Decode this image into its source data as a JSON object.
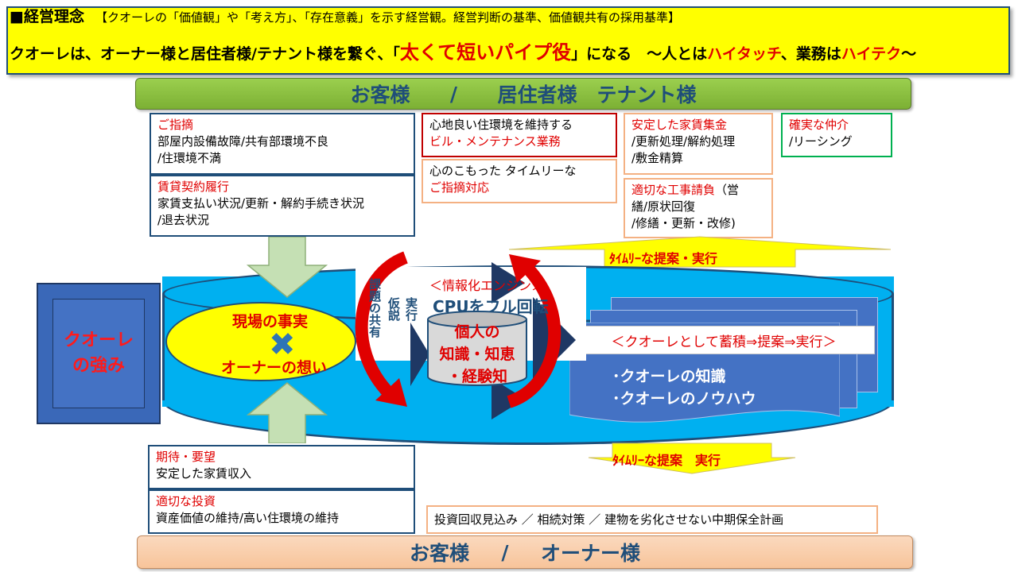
{
  "banner": {
    "heading": "■経営理念",
    "subtitle": "【クオーレの「価値観」や「考え方」、「存在意義」を示す経営観。経営判断の基準、価値観共有の採用基準】",
    "mission_part1": "クオーレは、オーナー様と居住者様/テナント様を繋ぐ、「",
    "mission_highlight1": "太くて",
    "mission_highlight2": "短いパイプ役",
    "mission_part2": "」になる　～人とは",
    "mission_highlight3": "ハイタッチ",
    "mission_part3": "、業務は",
    "mission_highlight4": "ハイテク",
    "mission_part4": "～"
  },
  "top_scroll": {
    "left": "お客様",
    "slash": "/",
    "right": "居住者様　テナント様"
  },
  "bottom_scroll": {
    "left": "お客様",
    "slash": "/",
    "right": "オーナー様"
  },
  "tenant_boxes": {
    "complaint_title": "ご指摘",
    "complaint_line1": "部屋内設備故障/共有部環境不良",
    "complaint_line2": "/住環境不満",
    "lease_title": "賃貸契約履行",
    "lease_line1": "家賃支払い状況/更新・解約手続き状況",
    "lease_line2": "/退去状況",
    "env_line1": "心地良い住環境を維持する",
    "env_title": "ビル・メンテナンス業務",
    "timely_line1": "心のこもった タイムリーな",
    "timely_title": "ご指摘対応",
    "rent_title": "安定した家賃集金",
    "rent_line1": "/更新処理/解約処理",
    "rent_line2": "/敷金精算",
    "broker_title": "確実な仲介",
    "broker_line1": "/リーシング",
    "works_title": "適切な工事請負",
    "works_title_tail": "（営",
    "works_line1": "繕/原状回復",
    "works_line2": "/修繕・更新・改修)"
  },
  "owner_boxes": {
    "expect_title": "期待・要望",
    "expect_line1": "安定した家賃収入",
    "invest_title": "適切な投資",
    "invest_line1": "資産価値の維持/高い住環境の維持",
    "plan_line": "投資回収見込み ／ 相続対策 ／ 建物を劣化させない中期保全計画"
  },
  "center": {
    "strength_line1": "クオーレ",
    "strength_line2": "の強み",
    "field_fact": "現場の事実",
    "cross": "✖",
    "owner_thought": "オーナーの想い",
    "share_col1": "課題の共有",
    "share_col2": "仮説",
    "share_col3": "実行",
    "engine_label": "＜情報化エンジン＞",
    "cpu": "CPUをフル回転",
    "knowledge_line1": "個人の",
    "knowledge_line2": "知識・知恵",
    "knowledge_line3": "・経験知",
    "accumulate": "＜クオーレとして蓄積⇒提案⇒実行＞",
    "doc_line1": "･クオーレの知識",
    "doc_line2": "･クオーレのノウハウ"
  },
  "arrows": {
    "proposal_top": "ﾀｲﾑﾘｰな提案・実行",
    "proposal_bottom": "ﾀｲﾑﾘｰな提案　実行"
  },
  "colors": {
    "banner": "#ffff00",
    "scroll_top": "#92d050",
    "scroll_bottom": "#f8cbad",
    "cylinder": "#00b0f0",
    "navy": "#1f4e79",
    "accent_red": "#e00000"
  }
}
